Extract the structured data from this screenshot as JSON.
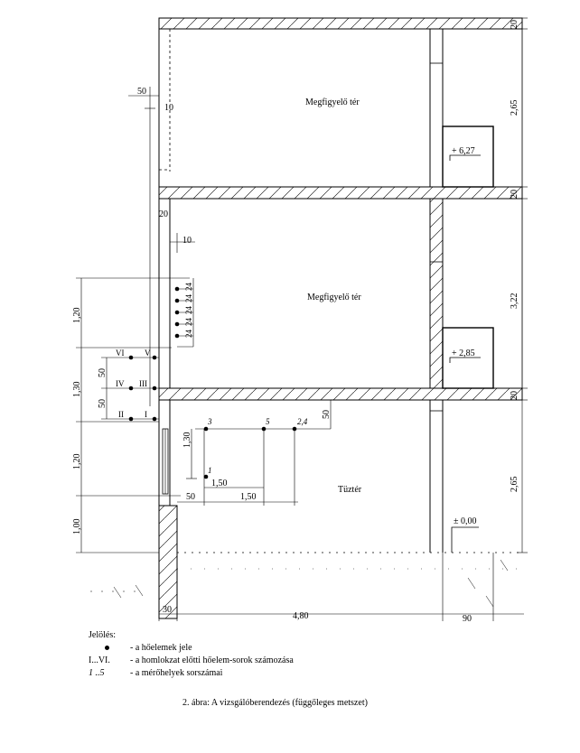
{
  "rooms": {
    "upper": "Megfigyelő tér",
    "middle": "Megfigyelő tér",
    "lower": "Tüztér"
  },
  "levels": {
    "upper": "+ 6,27",
    "middle": "+ 2,85",
    "ground": "± 0,00"
  },
  "dimensions": {
    "right": [
      "20",
      "2,65",
      "20",
      "3,22",
      "20",
      "2,65"
    ],
    "left": [
      "1,20",
      "1,30",
      "1,20",
      "1,00"
    ],
    "top_offset": "50",
    "wall_offset_upper": "10",
    "wall_offset_middle": "10",
    "wall_20": "20",
    "grid": [
      "24",
      "24",
      "24",
      "24",
      "24"
    ],
    "row_spacing": [
      "50",
      "50"
    ],
    "vertical_130": "1,30",
    "right_50": "50",
    "bottom_left_50": "50",
    "h_150_a": "1,50",
    "h_150_b": "1,50",
    "bottom_30": "30",
    "bottom_480": "4,80",
    "bottom_90": "90"
  },
  "row_labels": [
    "VI",
    "V",
    "IV",
    "III",
    "II",
    "I"
  ],
  "measure_points": [
    "3",
    "5",
    "2,4",
    "1"
  ],
  "legend": {
    "title": "Jelölés:",
    "items": [
      {
        "symbol": "",
        "text": "- a hőelemek jele"
      },
      {
        "symbol": "I...VI.",
        "text": "- a homlokzat előtti hőelem-sorok számozása"
      },
      {
        "symbol": "1 ..5",
        "text": "- a mérőhelyek sorszámai"
      }
    ]
  },
  "caption": "2. ábra: A vizsgálóberendezés (függőleges metszet)"
}
